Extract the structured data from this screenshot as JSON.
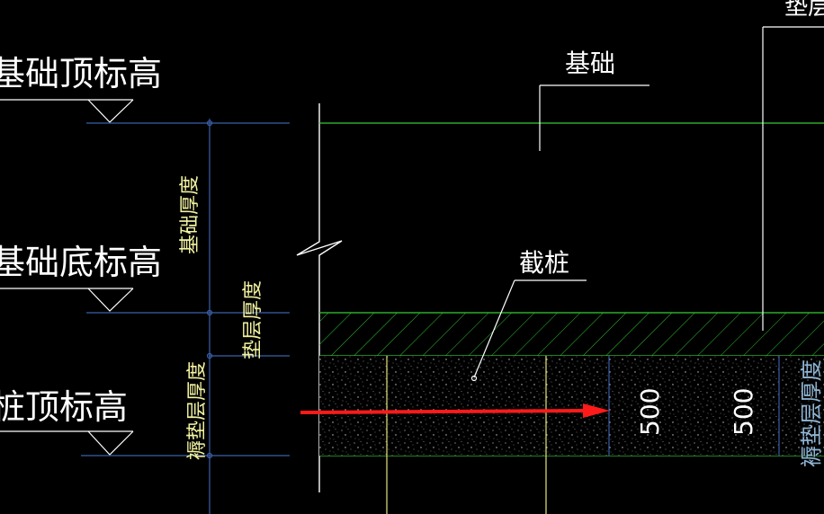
{
  "labels": {
    "foundation_top_elev": "基础顶标高",
    "foundation_bottom_elev": "基础底标高",
    "pile_top_elev": "桩顶标高",
    "foundation": "基础",
    "cut_pile": "截桩",
    "cushion_top_right": "垫层",
    "foundation_thickness": "基础厚度",
    "cushion_thickness": "垫层厚度",
    "cushion_layer_thickness": "褥垫层厚度",
    "dim_a": "500",
    "dim_b": "500",
    "right_vertical": "褥垫层厚度"
  },
  "colors": {
    "background": "#000000",
    "green_line": "#33cc33",
    "blue_line": "#3b5fa8",
    "yellow_text": "#f2f2a0",
    "white": "#ffffff",
    "red_arrow": "#ff1a1a"
  }
}
